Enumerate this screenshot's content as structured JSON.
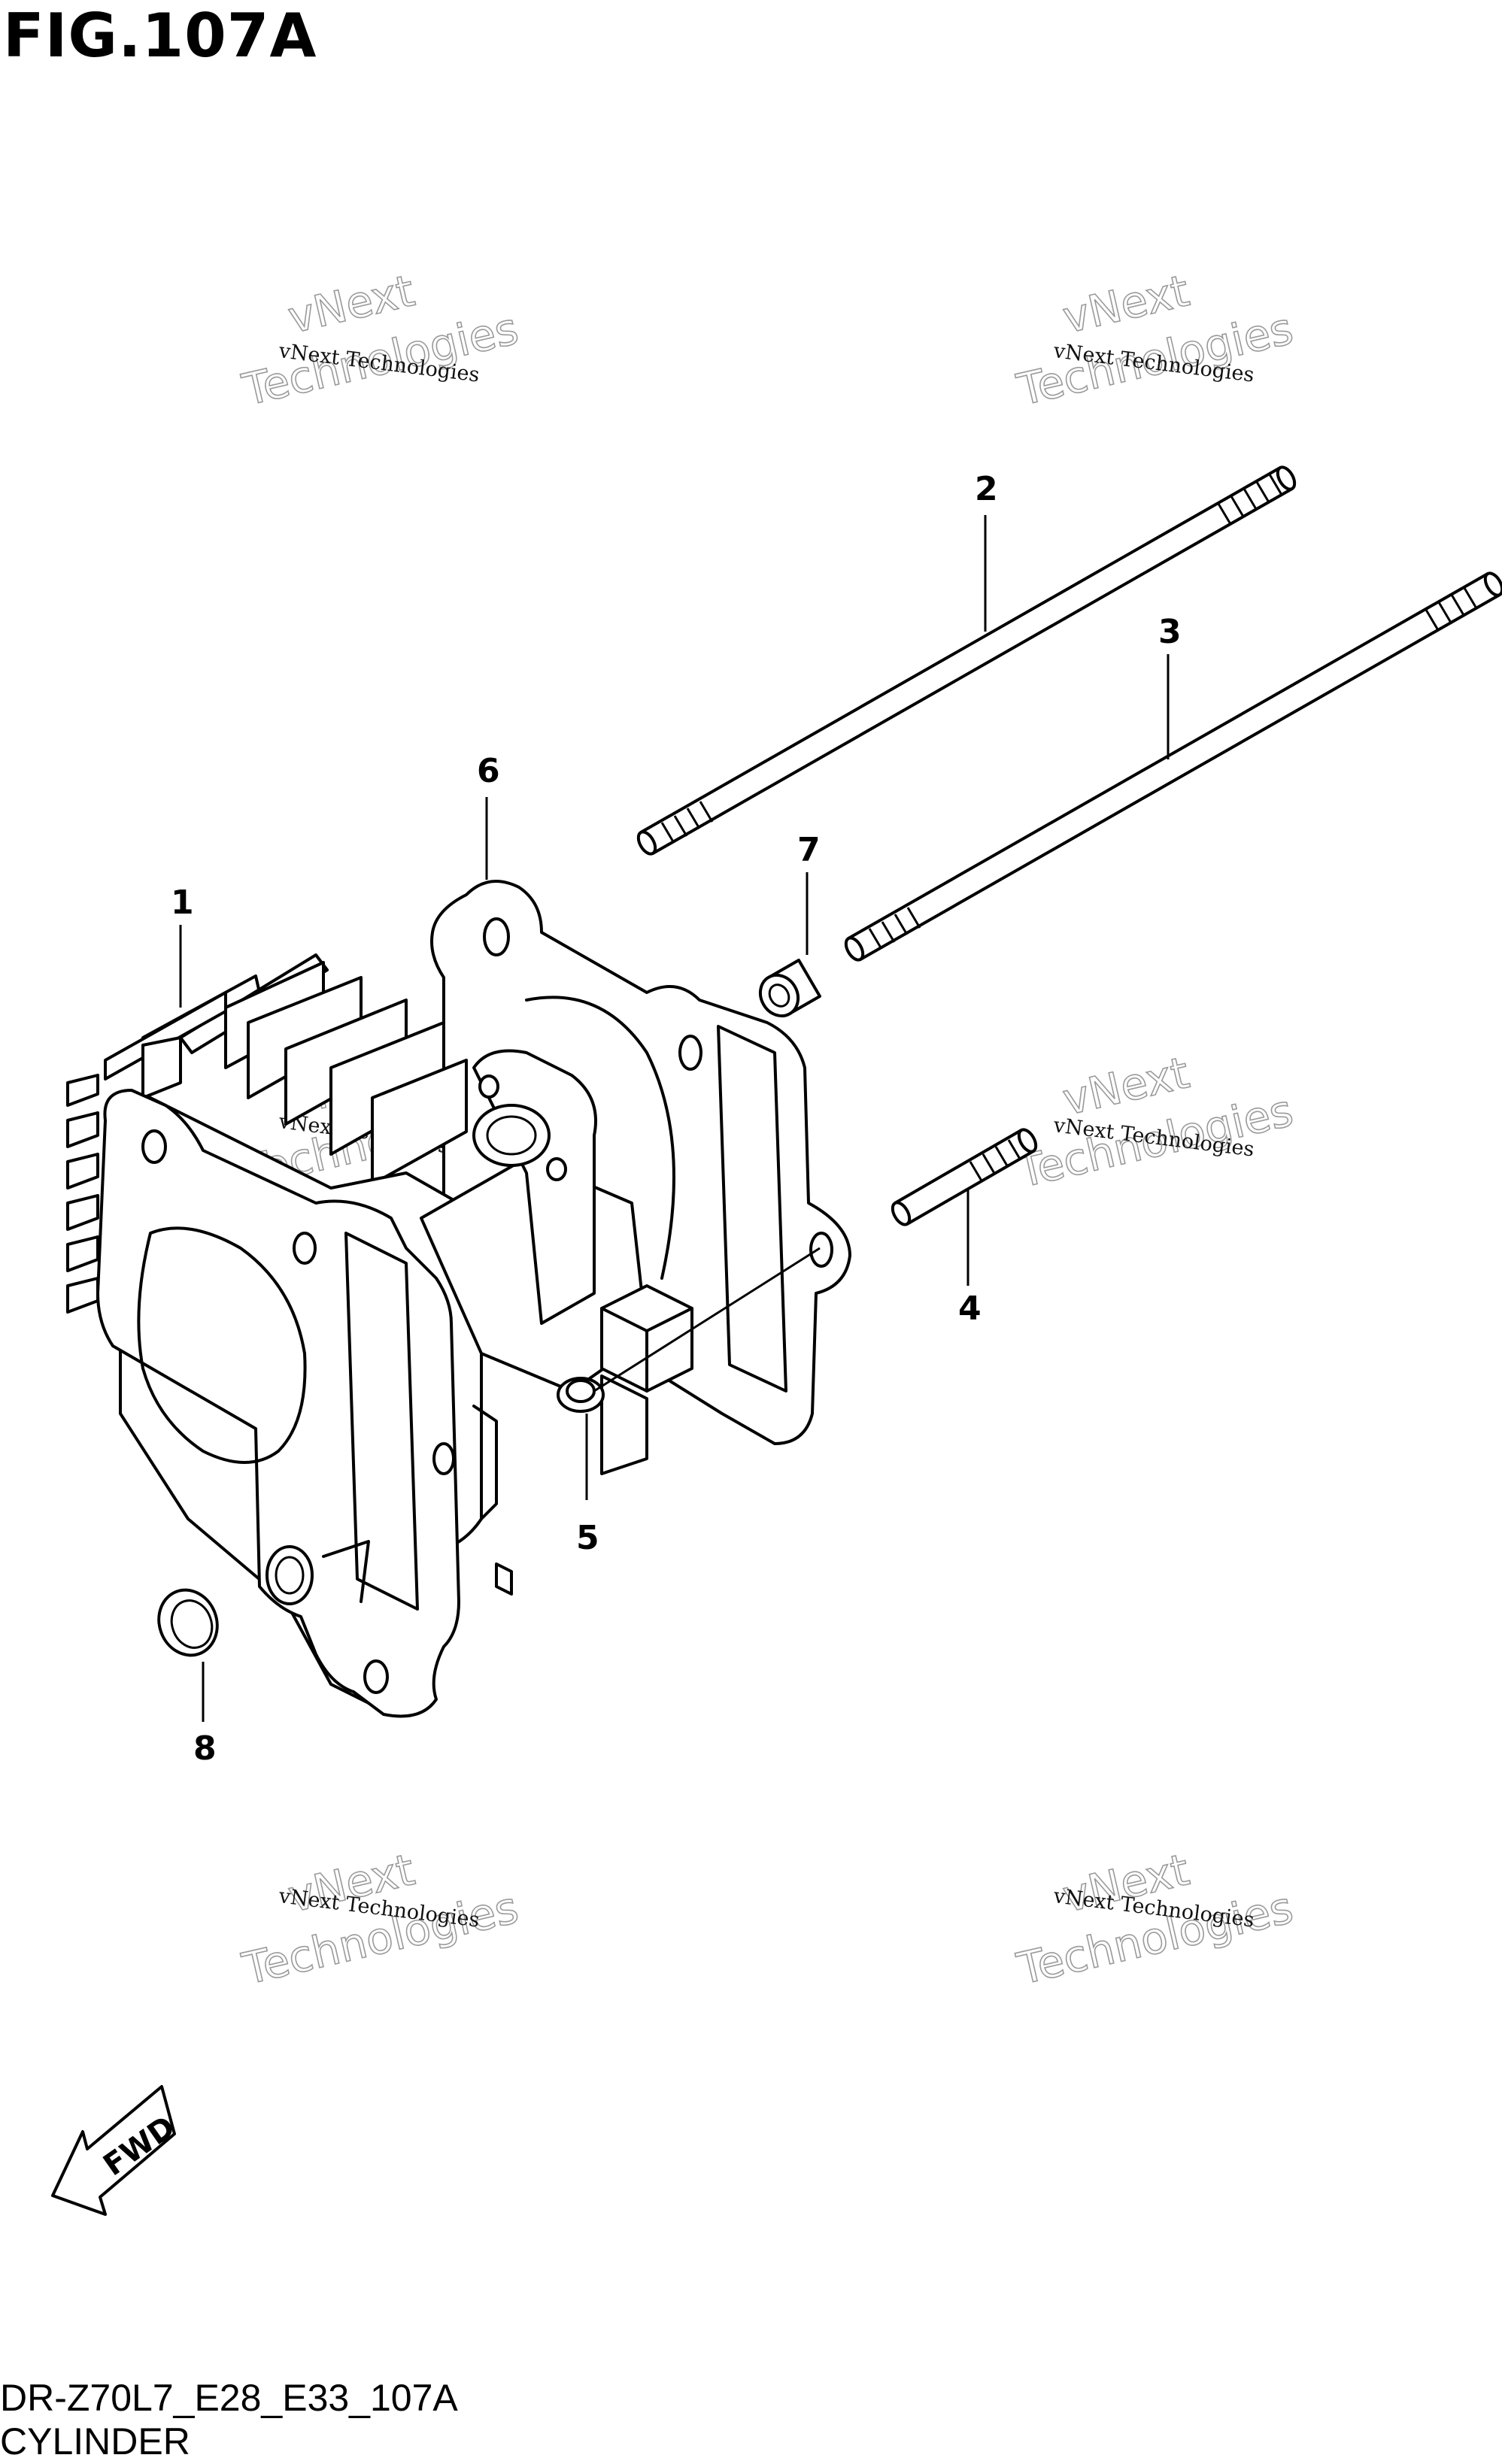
{
  "figure": {
    "title": "FIG.107A",
    "model_code": "DR-Z70L7_E28_E33_107A",
    "section_name": "CYLINDER"
  },
  "callouts": [
    "1",
    "2",
    "3",
    "4",
    "5",
    "6",
    "7",
    "8"
  ],
  "watermark": {
    "line_small": "vNext Technologies",
    "line_big_1": "vNext",
    "line_big_2": "Technologies"
  },
  "direction_badge": {
    "label": "FWD",
    "icon": "fwd-arrow-icon"
  },
  "colors": {
    "line": "#000000",
    "background": "#ffffff",
    "watermark": "#9a9a9a"
  }
}
